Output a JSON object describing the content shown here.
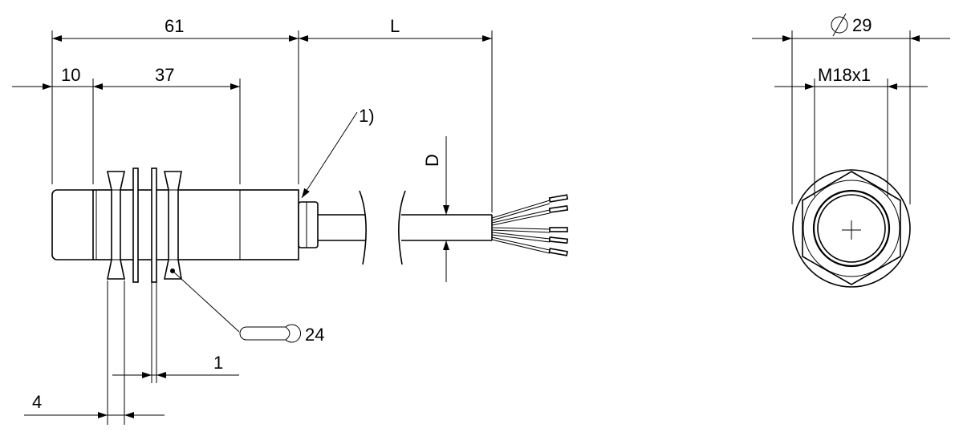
{
  "dimensions": {
    "total_length": "61",
    "cable_length": "L",
    "front_length": "10",
    "thread_length": "37",
    "cable_diameter": "D",
    "note_marker": "1)",
    "wrench_size": "24",
    "washer_thickness": "1",
    "nut_thickness": "4",
    "outer_diameter": "29",
    "thread_spec": "M18x1"
  },
  "icons": {
    "wrench": "wrench-icon",
    "diameter": "diameter-symbol-icon",
    "center": "center-cross-icon"
  },
  "colors": {
    "line": "#000000",
    "background": "#ffffff"
  }
}
